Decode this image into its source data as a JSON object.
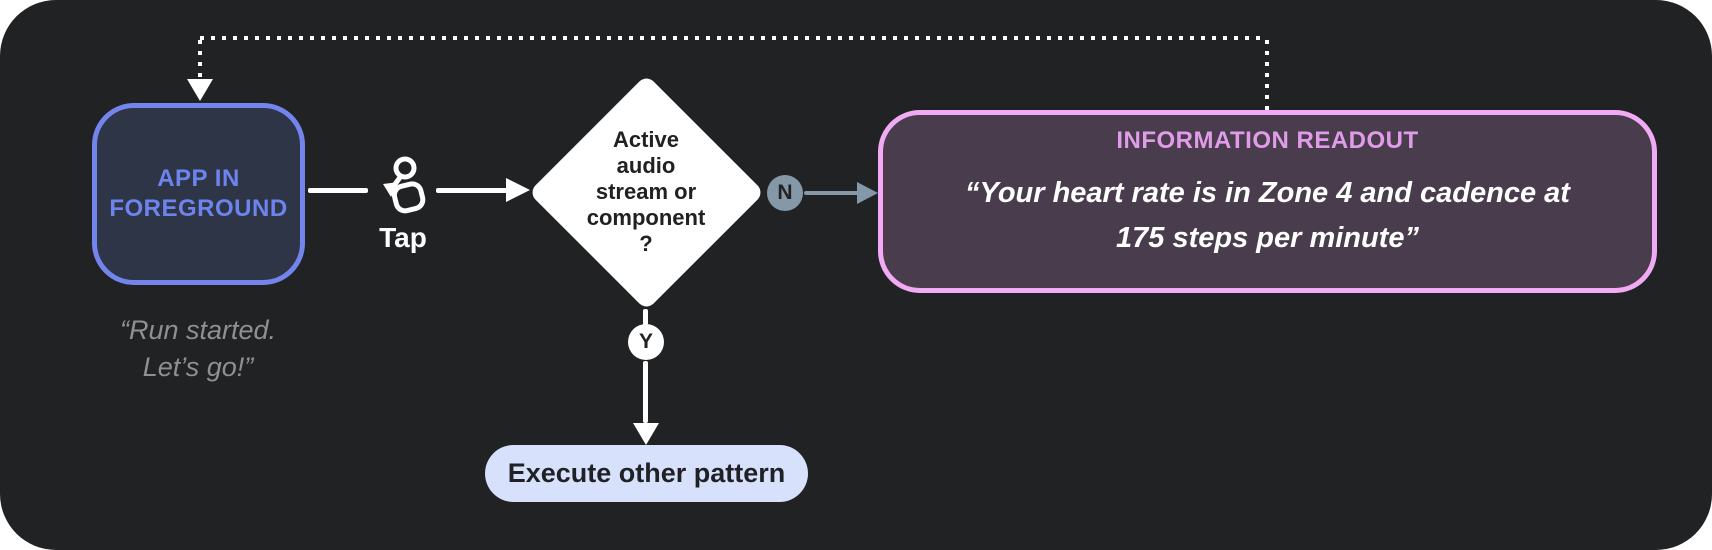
{
  "diagram": {
    "colors": {
      "board_background": "#212224",
      "app_node_fill": "#2d3546",
      "app_node_border": "#7385ec",
      "app_node_text": "#6d83ee",
      "decision_fill": "#ffffff",
      "branch_no_fill": "#8498a8",
      "branch_yes_fill": "#ffffff",
      "readout_fill": "#493d4d",
      "readout_border": "#f1aaf3",
      "readout_title_text": "#e19ce9",
      "execute_fill": "#d7e1fb"
    },
    "app_node": {
      "label": "APP IN FOREGROUND",
      "quote": "“Run started.\nLet’s go!”"
    },
    "tap": {
      "label": "Tap",
      "icon": "tap-gesture-icon"
    },
    "decision": {
      "label": "Active\naudio\nstream or\ncomponent\n?"
    },
    "branches": {
      "no_label": "N",
      "yes_label": "Y"
    },
    "readout_node": {
      "title": "INFORMATION READOUT",
      "body": "“Your heart rate is in Zone 4 and cadence at\n175 steps per minute”"
    },
    "execute_node": {
      "label": "Execute other pattern"
    }
  }
}
